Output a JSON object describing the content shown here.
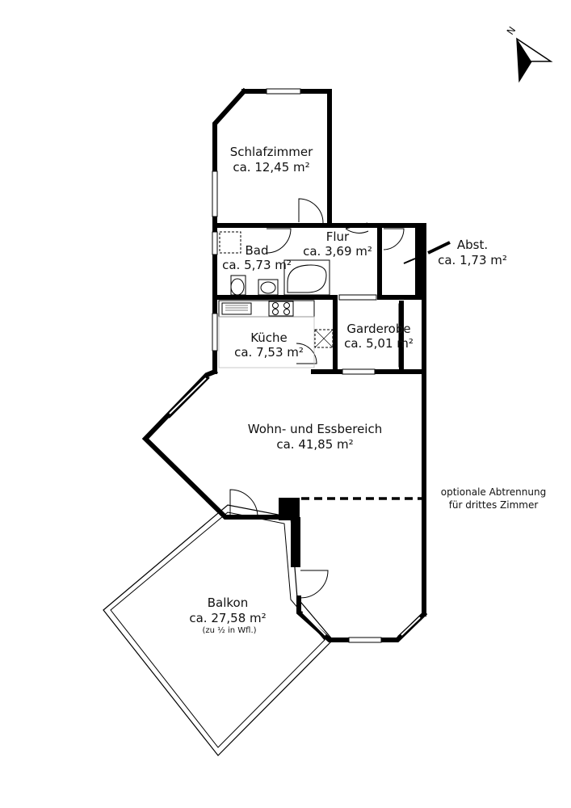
{
  "rooms": {
    "schlafzimmer": {
      "name": "Schlafzimmer",
      "area": "ca. 12,45 m²"
    },
    "bad": {
      "name": "Bad",
      "area": "ca. 5,73 m²"
    },
    "flur": {
      "name": "Flur",
      "area": "ca. 3,69 m²"
    },
    "abst": {
      "name": "Abst.",
      "area": "ca. 1,73 m²"
    },
    "kueche": {
      "name": "Küche",
      "area": "ca. 7,53 m²"
    },
    "garderobe": {
      "name": "Garderobe",
      "area": "ca. 5,01 m²"
    },
    "wohnen": {
      "name": "Wohn- und Essbereich",
      "area": "ca. 41,85 m²"
    },
    "balkon": {
      "name": "Balkon",
      "area": "ca. 27,58 m²",
      "note": "(zu ½ in Wfl.)"
    }
  },
  "annotation": {
    "line1": "optionale Abtrennung",
    "line2": "für drittes Zimmer"
  },
  "compass": {
    "label": "N",
    "icon": "north-arrow-icon"
  }
}
